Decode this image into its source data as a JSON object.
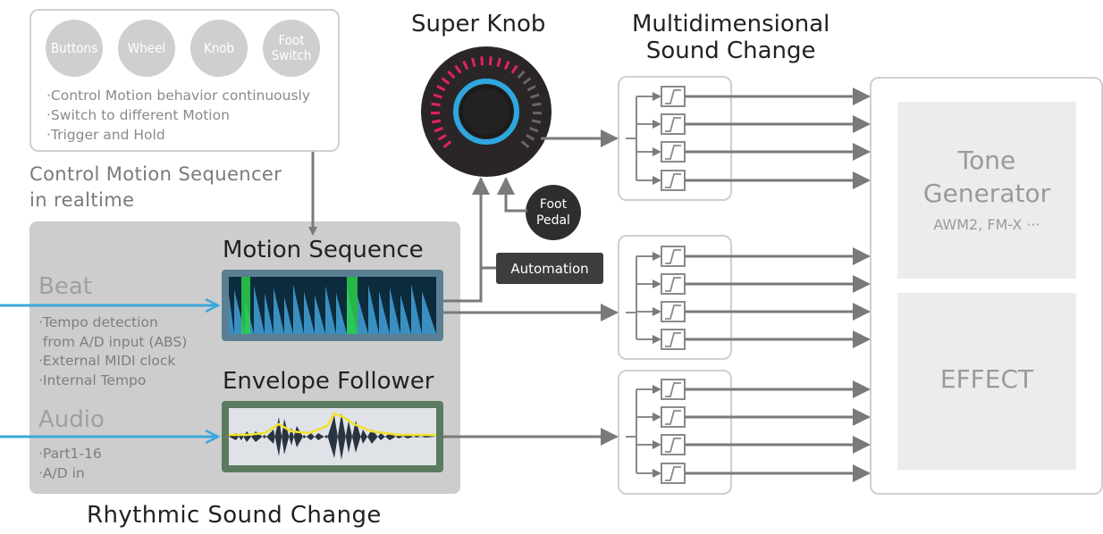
{
  "controls": {
    "buttons": [
      "Buttons",
      "Wheel",
      "Knob",
      "Foot\nSwitch"
    ],
    "bullets": [
      "·Control Motion behavior continuously",
      "·Switch to different Motion",
      "·Trigger and Hold"
    ],
    "caption": "Control Motion Sequencer\nin realtime"
  },
  "super_knob": {
    "title": "Super Knob"
  },
  "foot_pedal": "Foot\nPedal",
  "automation": "Automation",
  "multidim": {
    "title": "Multidimensional\nSound Change"
  },
  "motion_sequence": {
    "title": "Motion Sequence"
  },
  "envelope_follower": {
    "title": "Envelope Follower"
  },
  "beat": {
    "label": "Beat",
    "bullets": [
      "·Tempo detection\n from A/D input (ABS)",
      "·External MIDI clock",
      "·Internal Tempo"
    ]
  },
  "audio": {
    "label": "Audio",
    "bullets": [
      "·Part1-16",
      "·A/D in"
    ]
  },
  "rhythmic_caption": "Rhythmic Sound Change",
  "tone_generator": {
    "title": "Tone\nGenerator",
    "subtitle": "AWM2, FM-X ···"
  },
  "effect": "EFFECT",
  "colors": {
    "arrow": "#7a7a7a",
    "blue": "#3aa8dc",
    "knob_ring": "#2ea7e0",
    "knob_led": "#e0245e"
  }
}
